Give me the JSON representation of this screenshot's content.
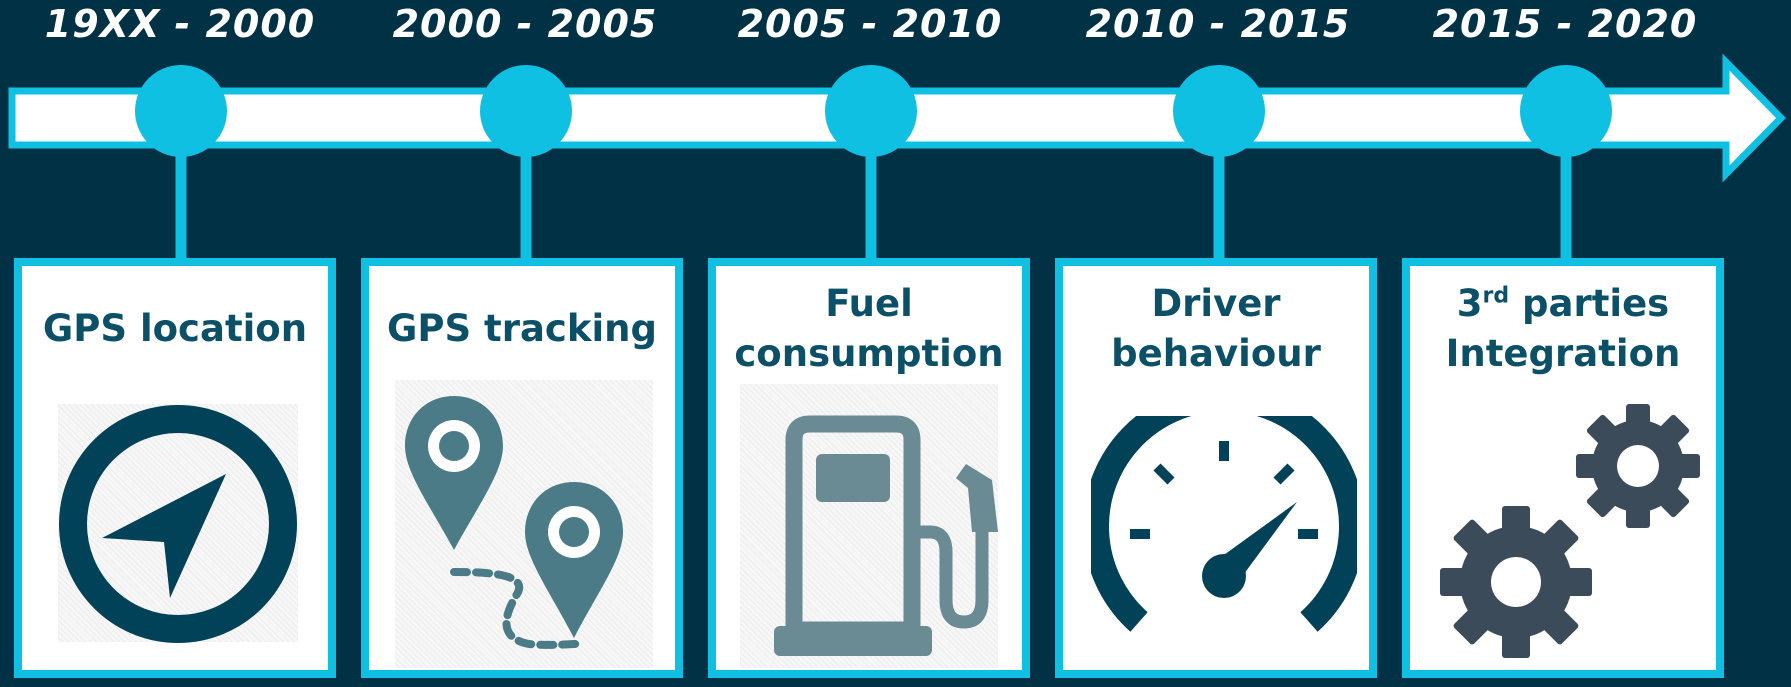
{
  "colors": {
    "background": "#013145",
    "accent": "#0fc0e3",
    "title_text": "#0c5068",
    "icon_dark": "#014259",
    "icon_teal": "#4a7b87",
    "icon_grey": "#6a8a94",
    "icon_slate": "#3b4b59"
  },
  "timeline": [
    {
      "period": "19XX - 2000",
      "title_lines": [
        "GPS location"
      ],
      "icon": "compass-navigation-icon"
    },
    {
      "period": "2000 - 2005",
      "title_lines": [
        "GPS tracking"
      ],
      "icon": "map-pins-route-icon"
    },
    {
      "period": "2005 - 2010",
      "title_lines": [
        "Fuel",
        "consumption"
      ],
      "icon": "fuel-pump-icon"
    },
    {
      "period": "2010 - 2015",
      "title_lines": [
        "Driver",
        "behaviour"
      ],
      "icon": "speedometer-icon"
    },
    {
      "period": "2015 - 2020",
      "title_lines": [
        "3",
        "rd",
        " parties",
        "Integration"
      ],
      "icon": "gears-icon"
    }
  ]
}
